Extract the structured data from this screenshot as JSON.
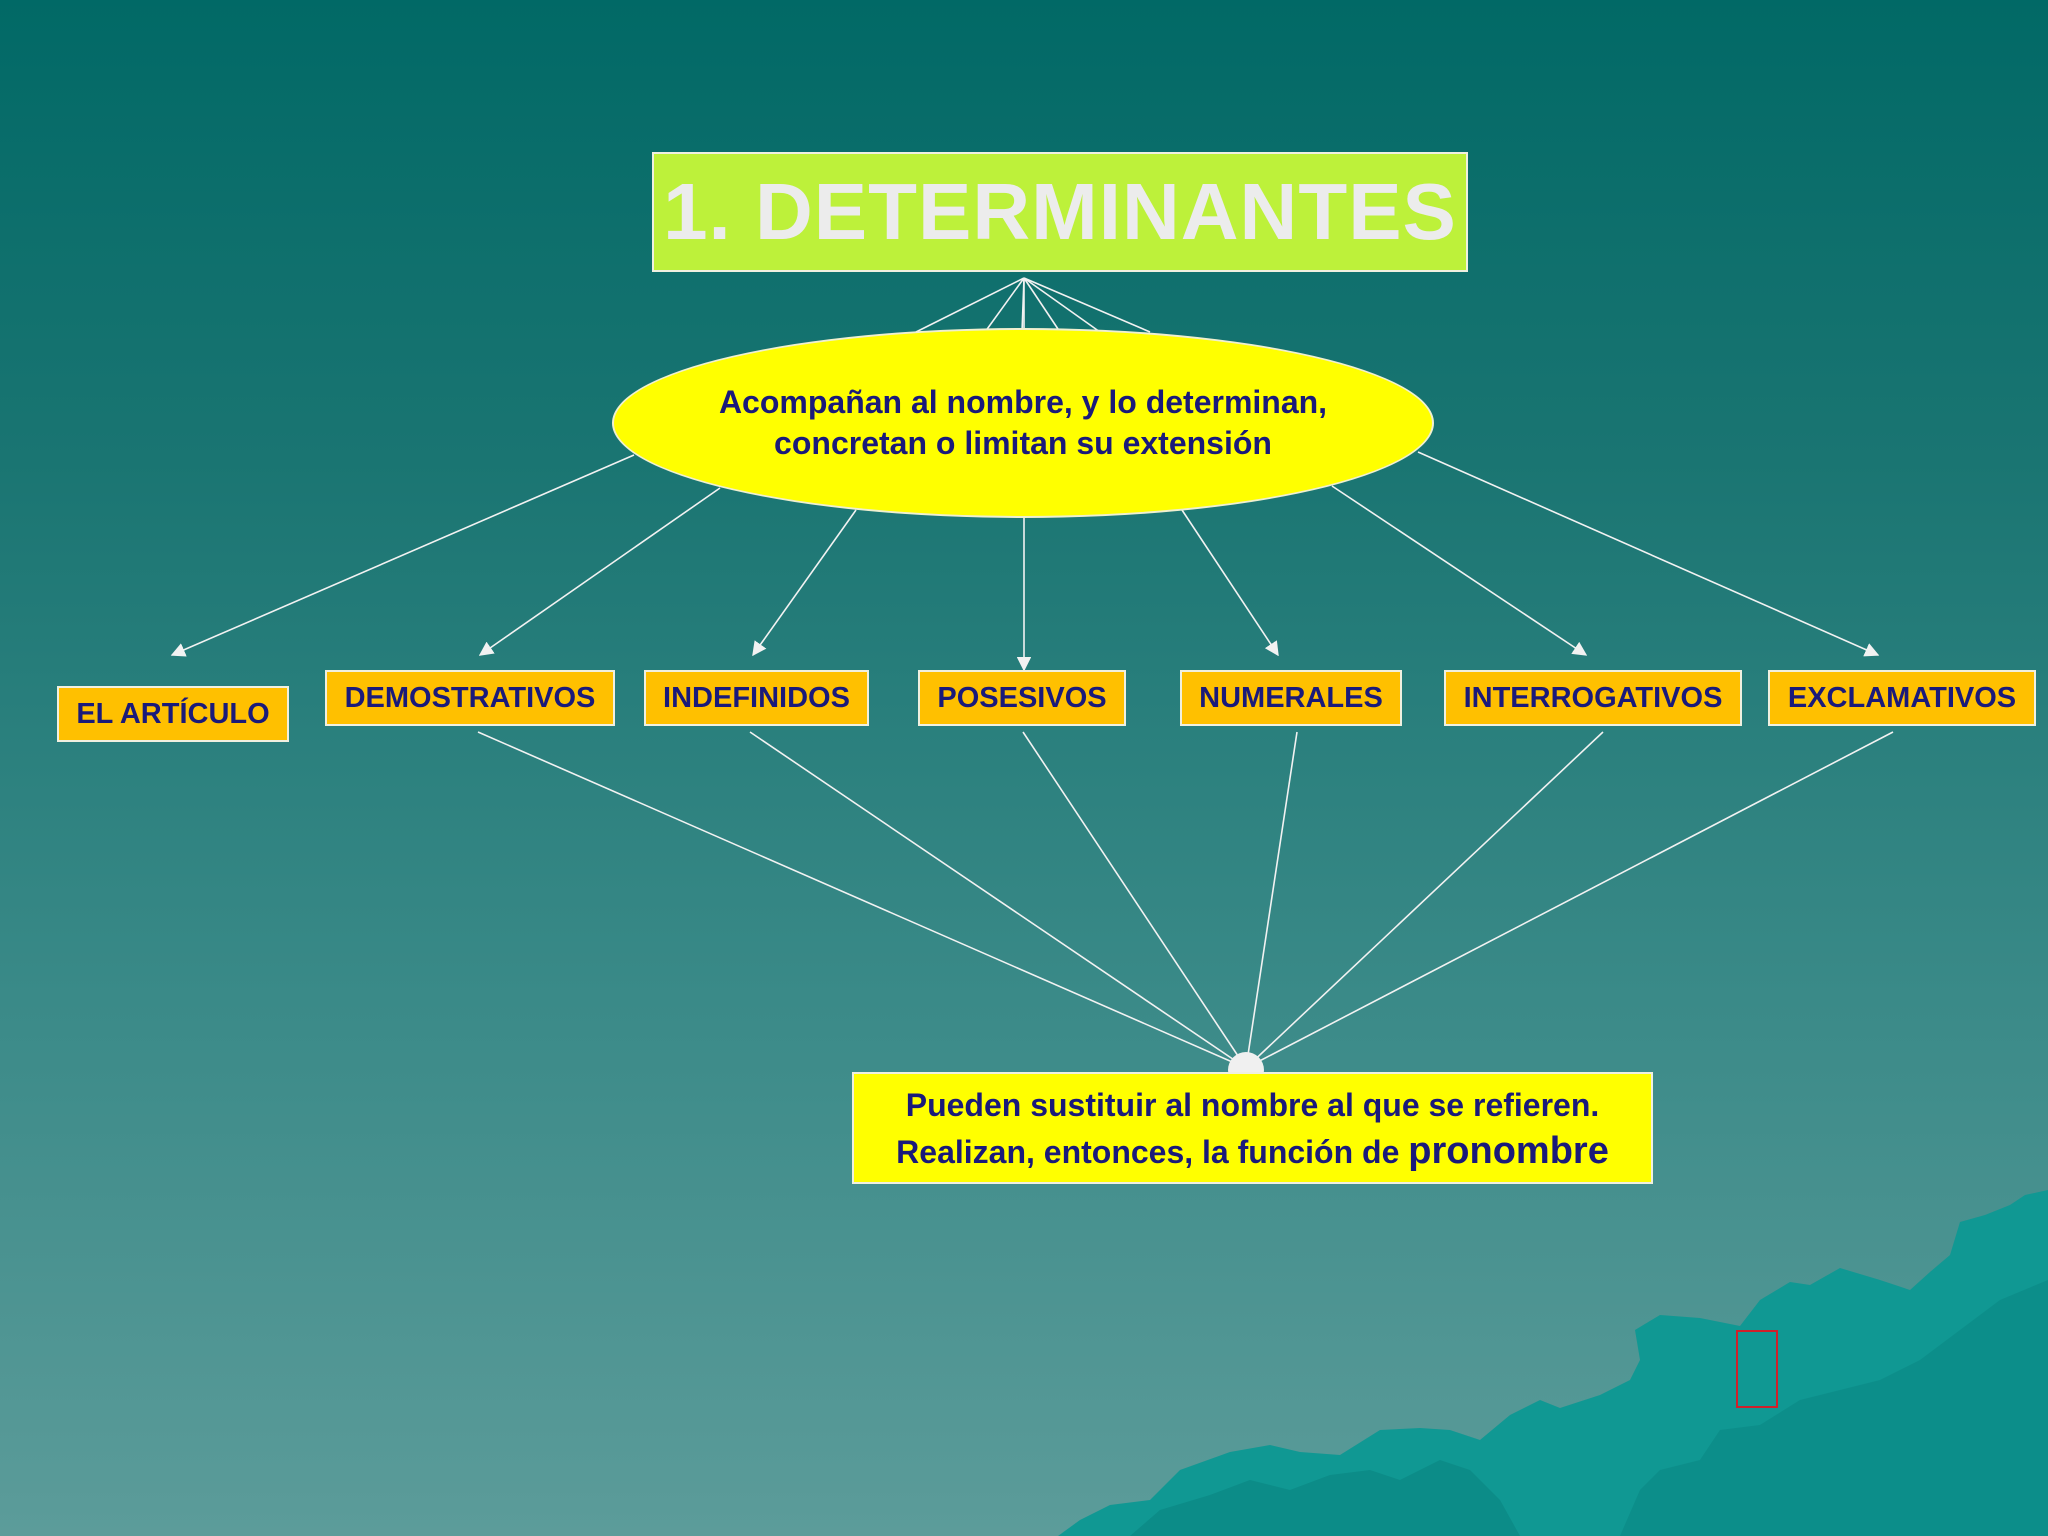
{
  "title": "1. DETERMINANTES",
  "definition": {
    "line1": "Acompañan al nombre, y lo determinan,",
    "line2": "concretan o limitan su extensión"
  },
  "categories": [
    "EL ARTÍCULO",
    "DEMOSTRATIVOS",
    "INDEFINIDOS",
    "POSESIVOS",
    "NUMERALES",
    "INTERROGATIVOS",
    "EXCLAMATIVOS"
  ],
  "pronoun_note": {
    "line1": "Pueden sustituir al nombre al que se refieren.",
    "line2_prefix": "Realizan, entonces, la función de ",
    "line2_emphasis": "pronombre"
  },
  "colors": {
    "title_bg": "#bdf13a",
    "ellipse_bg": "#ffff00",
    "category_bg": "#ffc000",
    "text": "#1a1a7a",
    "background_top": "#016966",
    "background_bottom": "#5c9c9a"
  },
  "icons": [
    "nav-placeholder-icon"
  ]
}
